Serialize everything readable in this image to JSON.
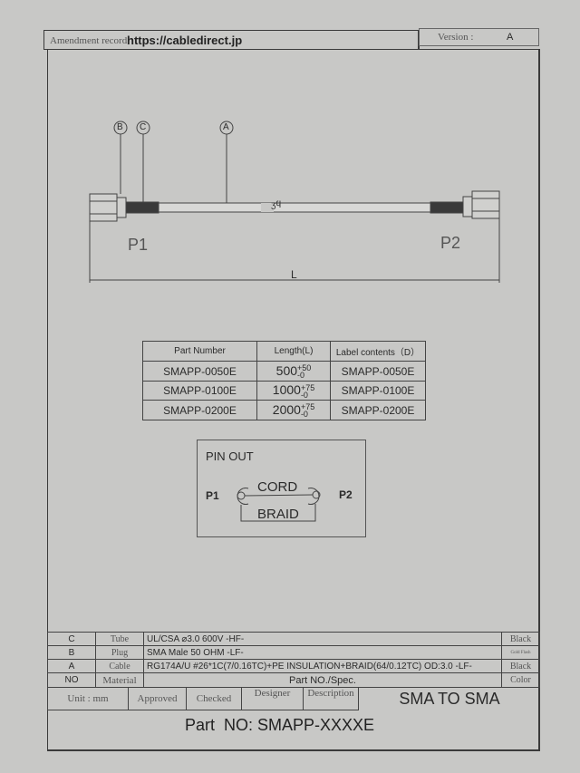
{
  "header": {
    "amendment_label": "Amendment record:",
    "amendment_value": "https://cabledirect.jp",
    "version_label": "Version :",
    "version_value": "A"
  },
  "drawing": {
    "callouts": [
      "B",
      "C",
      "A"
    ],
    "cut_mark": "ʒϥ",
    "p1": "P1",
    "p2": "P2",
    "length_label": "L"
  },
  "parts_table": {
    "headers": [
      "Part Number",
      "Length(L)",
      "Label contents（D）"
    ],
    "rows": [
      {
        "part": "SMAPP-0050E",
        "length": "500",
        "tol_plus": "+50",
        "tol_minus": "-0",
        "label": "SMAPP-0050E"
      },
      {
        "part": "SMAPP-0100E",
        "length": "1000",
        "tol_plus": "+75",
        "tol_minus": "-0",
        "label": "SMAPP-0100E"
      },
      {
        "part": "SMAPP-0200E",
        "length": "2000",
        "tol_plus": "+75",
        "tol_minus": "-0",
        "label": "SMAPP-0200E"
      }
    ]
  },
  "pinout": {
    "title": "PIN OUT",
    "p1": "P1",
    "p2": "P2",
    "cord": "CORD",
    "braid": "BRAID"
  },
  "bom": {
    "rows": [
      {
        "no": "C",
        "material": "Tube",
        "spec": "UL/CSA ⌀3.0 600V -HF-",
        "color": "Black"
      },
      {
        "no": "B",
        "material": "Plug",
        "spec": "SMA Male 50 OHM -LF-",
        "color": "Gold Flash"
      },
      {
        "no": "A",
        "material": "Cable",
        "spec": "RG174A/U #26*1C(7/0.16TC)+PE INSULATION+BRAID(64/0.12TC) OD:3.0 -LF-",
        "color": "Black"
      }
    ],
    "header": {
      "no": "NO",
      "material": "Material",
      "spec": "Part NO./Spec.",
      "color": "Color"
    },
    "footer": {
      "unit": "Unit  :  mm",
      "approved": "Approved",
      "checked": "Checked",
      "designer": "Designer",
      "description": "Description",
      "title": "SMA TO SMA"
    }
  },
  "part_no": "Part  NO: SMAPP-XXXXE"
}
